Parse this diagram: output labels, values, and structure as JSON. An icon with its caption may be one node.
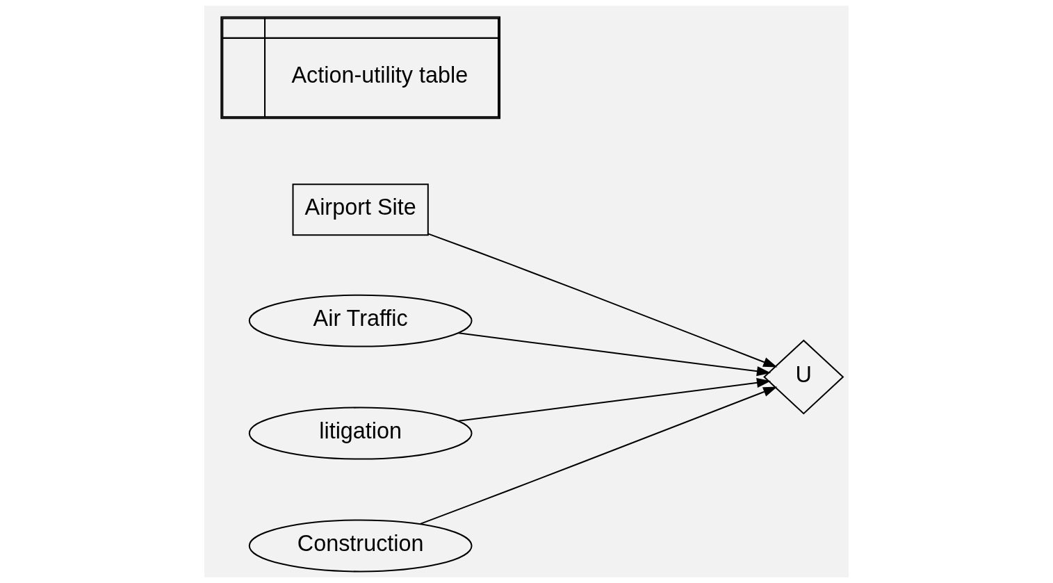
{
  "diagram": {
    "nodes": [
      {
        "text": [
          "Airport Site"
        ]
      },
      {
        "text": [
          "Air Traffic"
        ]
      },
      {
        "text": [
          "litigation"
        ]
      },
      {
        "text": [
          "Construction"
        ]
      },
      {
        "text": [
          "U"
        ]
      },
      {
        "text": [
          "Action-utility table"
        ]
      }
    ],
    "edges": [
      {
        "from": 0,
        "to": 4,
        "arrow": "to"
      },
      {
        "from": 1,
        "to": 4,
        "arrow": "to"
      },
      {
        "from": 2,
        "to": 4,
        "arrow": "to"
      },
      {
        "from": 3,
        "to": 4,
        "arrow": "to"
      }
    ]
  }
}
